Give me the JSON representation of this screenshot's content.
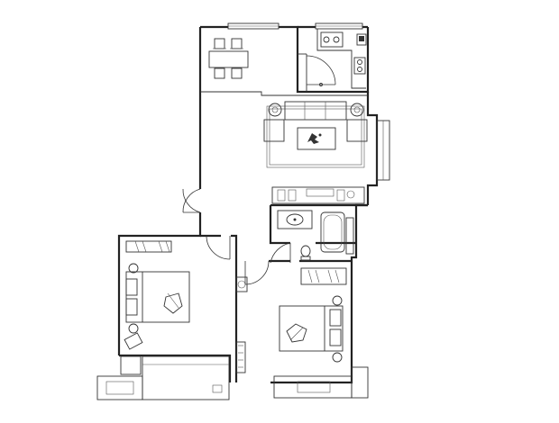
{
  "plan": {
    "rooms": [
      "dining",
      "kitchen",
      "living-room",
      "bathroom",
      "bedroom-left",
      "bedroom-right",
      "balcony",
      "corridor"
    ],
    "labels": []
  }
}
